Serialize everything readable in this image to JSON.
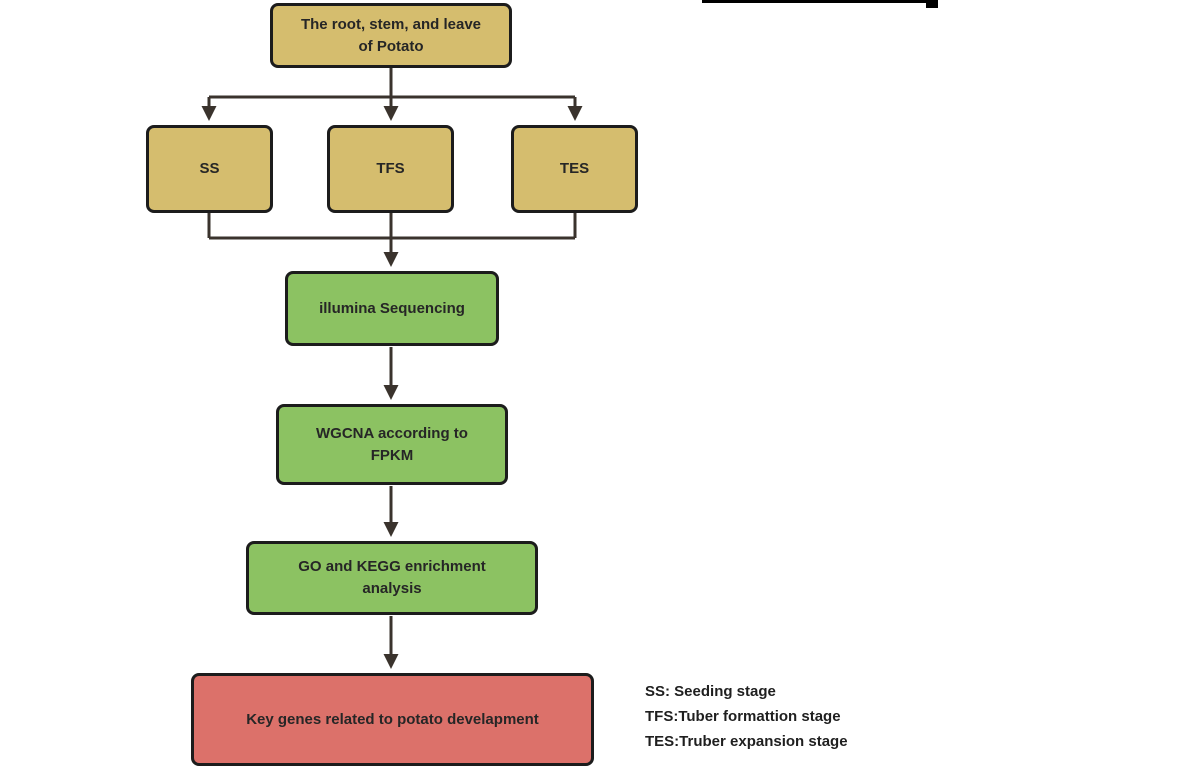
{
  "nodes": {
    "source": {
      "text": "The root, stem, and leave\nof Potato"
    },
    "ss": {
      "text": "SS"
    },
    "tfs": {
      "text": "TFS"
    },
    "tes": {
      "text": "TES"
    },
    "sequencing": {
      "text": "illumina Sequencing"
    },
    "wgcna": {
      "text": "WGCNA according to\nFPKM"
    },
    "enrichment": {
      "text": "GO and KEGG enrichment\nanalysis"
    },
    "result": {
      "text": "Key genes related to potato develapment"
    }
  },
  "legend": {
    "items": [
      "SS: Seeding stage",
      "TFS:Tuber formattion stage",
      "TES:Truber expansion stage"
    ]
  },
  "colors": {
    "stage_fill": "#d5bd6e",
    "process_fill": "#8cc262",
    "result_fill": "#dc716a",
    "box_border": "#1c1c1c",
    "arrow": "#3a332d",
    "background": "#ffffff"
  }
}
